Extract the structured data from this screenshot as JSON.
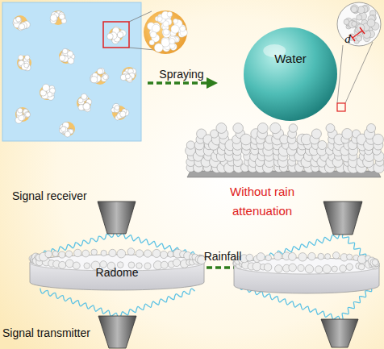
{
  "diagram": {
    "nodes": [
      {
        "text": [
          "Water"
        ]
      },
      {
        "text": [
          "Signal receiver"
        ]
      },
      {
        "text": [
          "Radome"
        ]
      },
      {
        "text": [
          "Signal transmitter"
        ]
      }
    ],
    "edges": [
      {
        "from": 3,
        "to": 2,
        "arrow": "none"
      },
      {
        "from": 2,
        "to": 1,
        "arrow": "none"
      }
    ],
    "labels": [
      "Spraying",
      "d",
      "Without rain attenuation",
      "Rainfall"
    ]
  }
}
